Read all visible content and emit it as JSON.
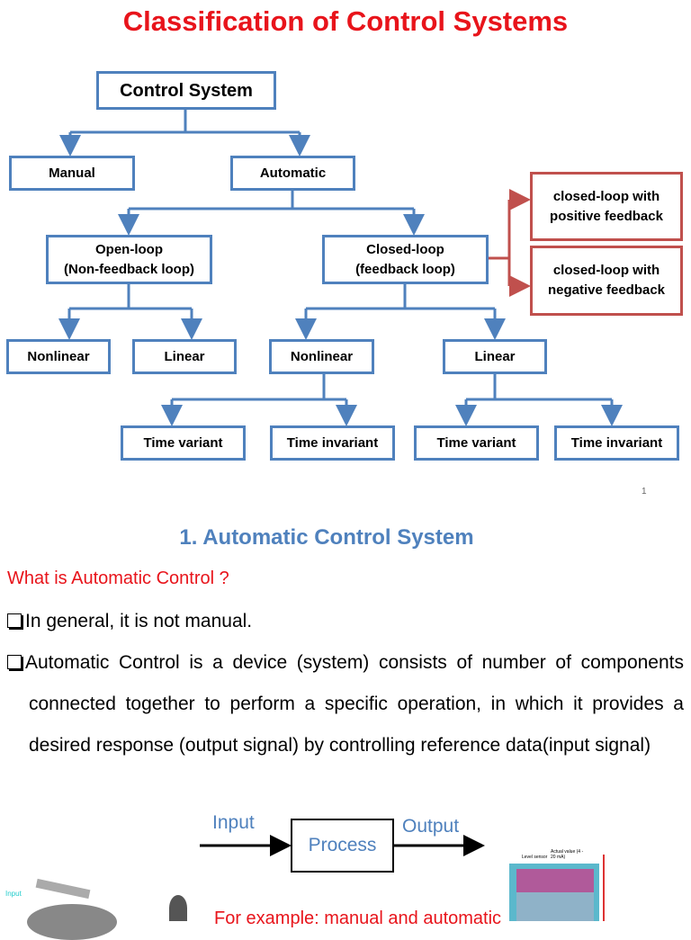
{
  "title": "Classification of Control Systems",
  "tree": {
    "root": "Control System",
    "manual": "Manual",
    "automatic": "Automatic",
    "open_loop": [
      "Open-loop",
      "(Non-feedback loop)"
    ],
    "closed_loop": [
      "Closed-loop",
      "(feedback loop)"
    ],
    "positive": [
      "closed-loop with",
      "positive feedback"
    ],
    "negative": [
      "closed-loop with",
      "negative feedback"
    ],
    "open_nonlinear": "Nonlinear",
    "open_linear": "Linear",
    "closed_nonlinear": "Nonlinear",
    "closed_linear": "Linear",
    "nl_time_variant": "Time variant",
    "nl_time_invariant": "Time invariant",
    "l_time_variant": "Time variant",
    "l_time_invariant": "Time invariant"
  },
  "page_number": "1",
  "section": {
    "heading": "1. Automatic Control System",
    "question": "What is Automatic Control ?",
    "bullets": [
      "In general, it is not manual.",
      "Automatic Control is a device (system) consists of number of components connected together to perform a specific operation, in which it provides a desired response (output signal) by controlling reference data(input signal)"
    ]
  },
  "process_diagram": {
    "input": "Input",
    "process": "Process",
    "output": "Output"
  },
  "example_caption": "For example: manual and automatic",
  "images": {
    "left_label": "Input",
    "sensor_label": "Level sensor",
    "actual_value": "Actual value (4 - 20 mA)"
  },
  "colors": {
    "title": "#e8141b",
    "tree_blue": "#4f81bd",
    "feedback_red": "#c0504d"
  }
}
